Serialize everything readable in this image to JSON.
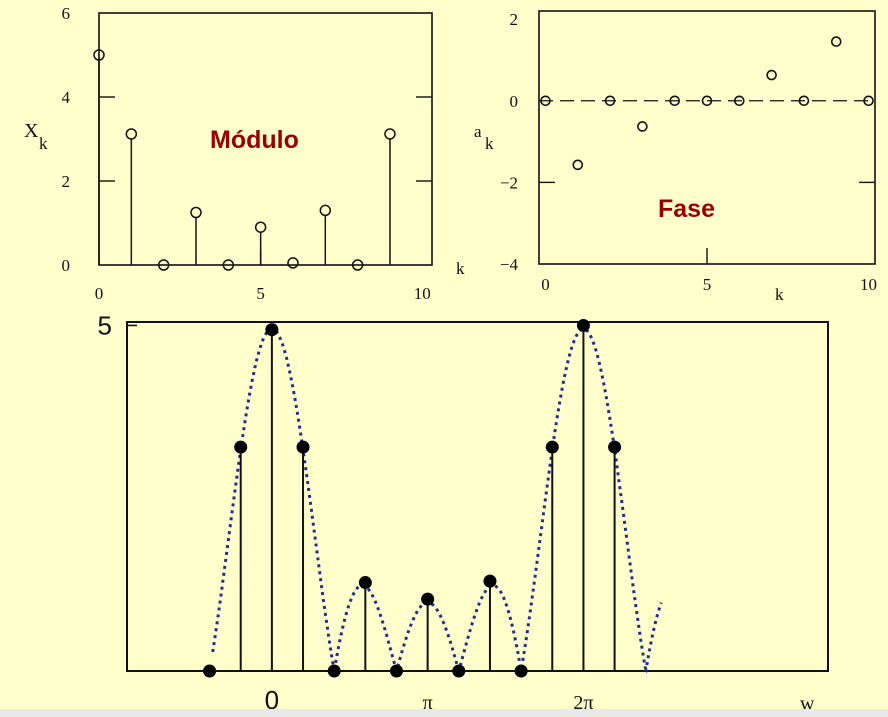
{
  "chart_data": [
    {
      "type": "stem",
      "title": "Módulo",
      "xlabel": "k",
      "ylabel": "X",
      "ylabel_sub": "k",
      "xlim": [
        0,
        10.3
      ],
      "ylim": [
        0,
        6
      ],
      "xticks": [
        "0",
        "5",
        "10"
      ],
      "yticks": [
        "0",
        "2",
        "4",
        "6"
      ],
      "marker": "open-circle",
      "x": [
        0,
        1,
        2,
        3,
        4,
        5,
        6,
        7,
        8,
        9
      ],
      "y": [
        5.0,
        3.12,
        0.0,
        1.25,
        0.0,
        0.9,
        0.05,
        1.3,
        0.0,
        3.12
      ]
    },
    {
      "type": "scatter",
      "title": "Fase",
      "xlabel": "k",
      "ylabel": "a",
      "ylabel_sub": "k",
      "xlim": [
        -0.2,
        10.2
      ],
      "ylim": [
        -4,
        2.2
      ],
      "xticks": [
        "0",
        "5",
        "10"
      ],
      "yticks": [
        "2",
        "0",
        "−2",
        "−4"
      ],
      "marker": "open-circle",
      "zero_line": "dashed",
      "x": [
        0,
        1,
        2,
        3,
        4,
        5,
        6,
        7,
        8,
        9,
        10
      ],
      "y": [
        0.0,
        -1.57,
        0.0,
        -0.63,
        0.0,
        0.0,
        0.0,
        0.63,
        0.0,
        1.45,
        0.0
      ]
    },
    {
      "type": "stem",
      "xlabel": "w",
      "ylabel": "",
      "xticks": [
        "0",
        "π",
        "2π"
      ],
      "yticks": [
        "5"
      ],
      "xlim": [
        -0.93,
        3.57
      ],
      "ylim": [
        0,
        5.05
      ],
      "marker": "filled-circle",
      "envelope": "dotted",
      "x_unit_of_pi": true,
      "x": [
        -0.4,
        -0.2,
        0.0,
        0.2,
        0.4,
        0.6,
        0.8,
        1.0,
        1.2,
        1.4,
        1.6,
        1.8,
        2.0,
        2.2
      ],
      "y": [
        0.0,
        3.24,
        4.94,
        3.24,
        0.0,
        1.28,
        0.0,
        1.04,
        0.0,
        1.3,
        0.0,
        3.24,
        5.0,
        3.24
      ]
    }
  ],
  "colors": {
    "background": "#ffffcc",
    "title": "#990000",
    "envelope": "#1f2f8f",
    "ink": "#111111"
  }
}
